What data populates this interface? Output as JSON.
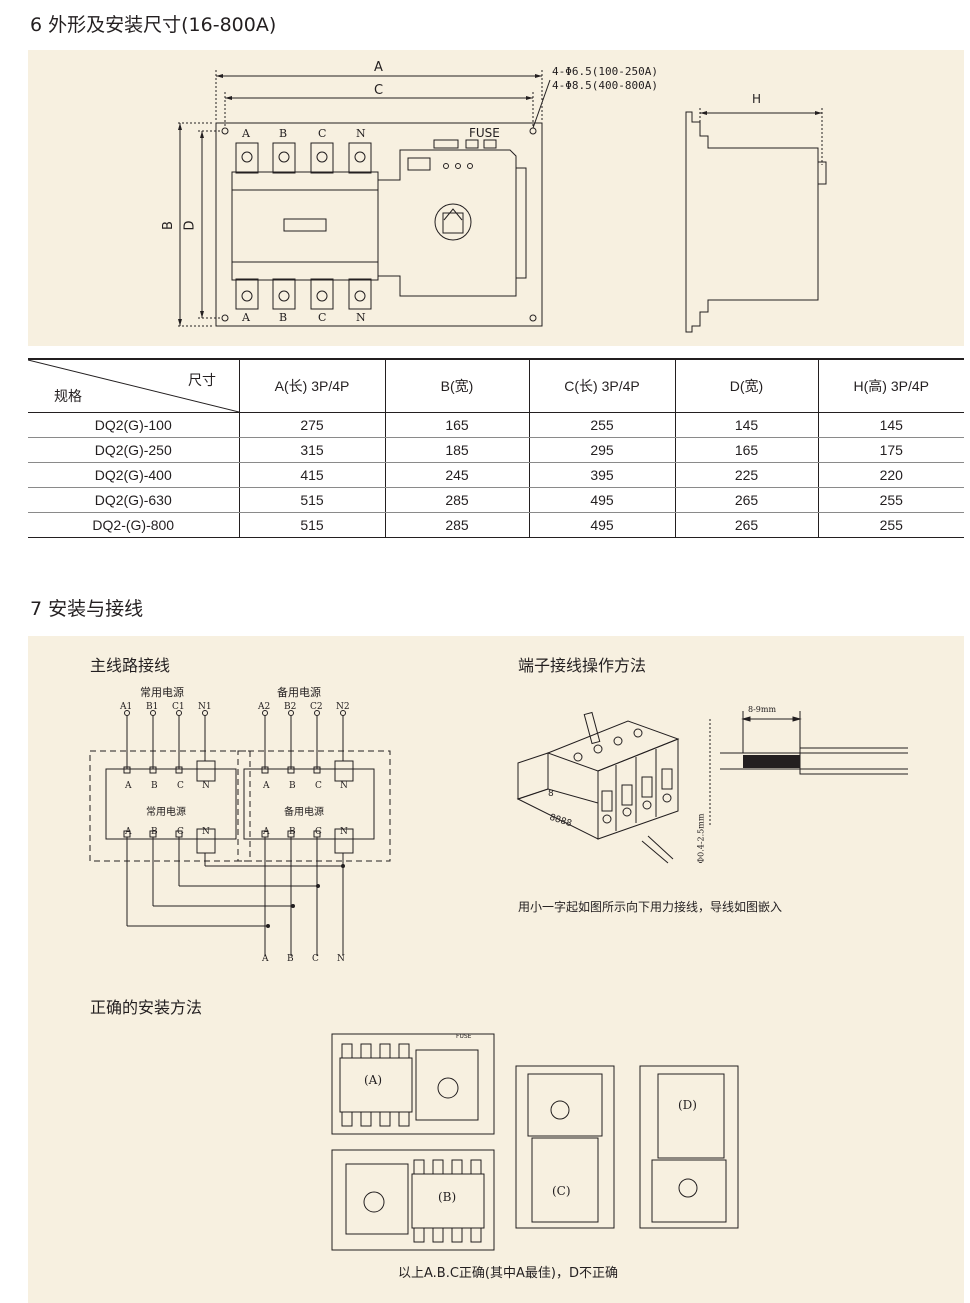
{
  "section6": {
    "title": "6 外形及安装尺寸(16-800A)",
    "front_view": {
      "label_A": "A",
      "label_C": "C",
      "label_B": "B",
      "label_D": "D",
      "hole_note_1": "4-Φ6.5(100-250A)",
      "hole_note_2": "4-Φ8.5(400-800A)",
      "fuse": "FUSE",
      "top_terminals": [
        "A",
        "B",
        "C",
        "N"
      ],
      "bottom_terminals": [
        "A",
        "B",
        "C",
        "N"
      ]
    },
    "side_view": {
      "label_H": "H"
    },
    "table": {
      "corner_top": "尺寸",
      "corner_bottom": "规格",
      "columns": [
        "A(长) 3P/4P",
        "B(宽)",
        "C(长) 3P/4P",
        "D(宽)",
        "H(高) 3P/4P"
      ],
      "rows": [
        [
          "DQ2(G)-100",
          "275",
          "165",
          "255",
          "145",
          "145"
        ],
        [
          "DQ2(G)-250",
          "315",
          "185",
          "295",
          "165",
          "175"
        ],
        [
          "DQ2(G)-400",
          "415",
          "245",
          "395",
          "225",
          "220"
        ],
        [
          "DQ2(G)-630",
          "515",
          "285",
          "495",
          "265",
          "255"
        ],
        [
          "DQ2-(G)-800",
          "515",
          "285",
          "495",
          "265",
          "255"
        ]
      ]
    }
  },
  "section7": {
    "title": "7 安装与接线",
    "wiring": {
      "title": "主线路接线",
      "normal_source": "常用电源",
      "backup_source": "备用电源",
      "normal_inputs": [
        "A1",
        "B1",
        "C1",
        "N1"
      ],
      "backup_inputs": [
        "A2",
        "B2",
        "C2",
        "N2"
      ],
      "terminals": [
        "A",
        "B",
        "C",
        "N"
      ],
      "outputs": [
        "A",
        "B",
        "C",
        "N"
      ]
    },
    "terminal_op": {
      "title": "端子接线操作方法",
      "strip_length": "8-9mm",
      "wire_dia": "Φ0.4-2.5mm",
      "terminal_marks": "8888",
      "terminal_mark_single": "8",
      "caption": "用小一字起如图所示向下用力接线，导线如图嵌入"
    },
    "install": {
      "title": "正确的安装方法",
      "labels": [
        "(A)",
        "(B)",
        "(C)",
        "(D)"
      ],
      "fuse": "FUSE",
      "caption": "以上A.B.C正确(其中A最佳)，D不正确"
    }
  }
}
